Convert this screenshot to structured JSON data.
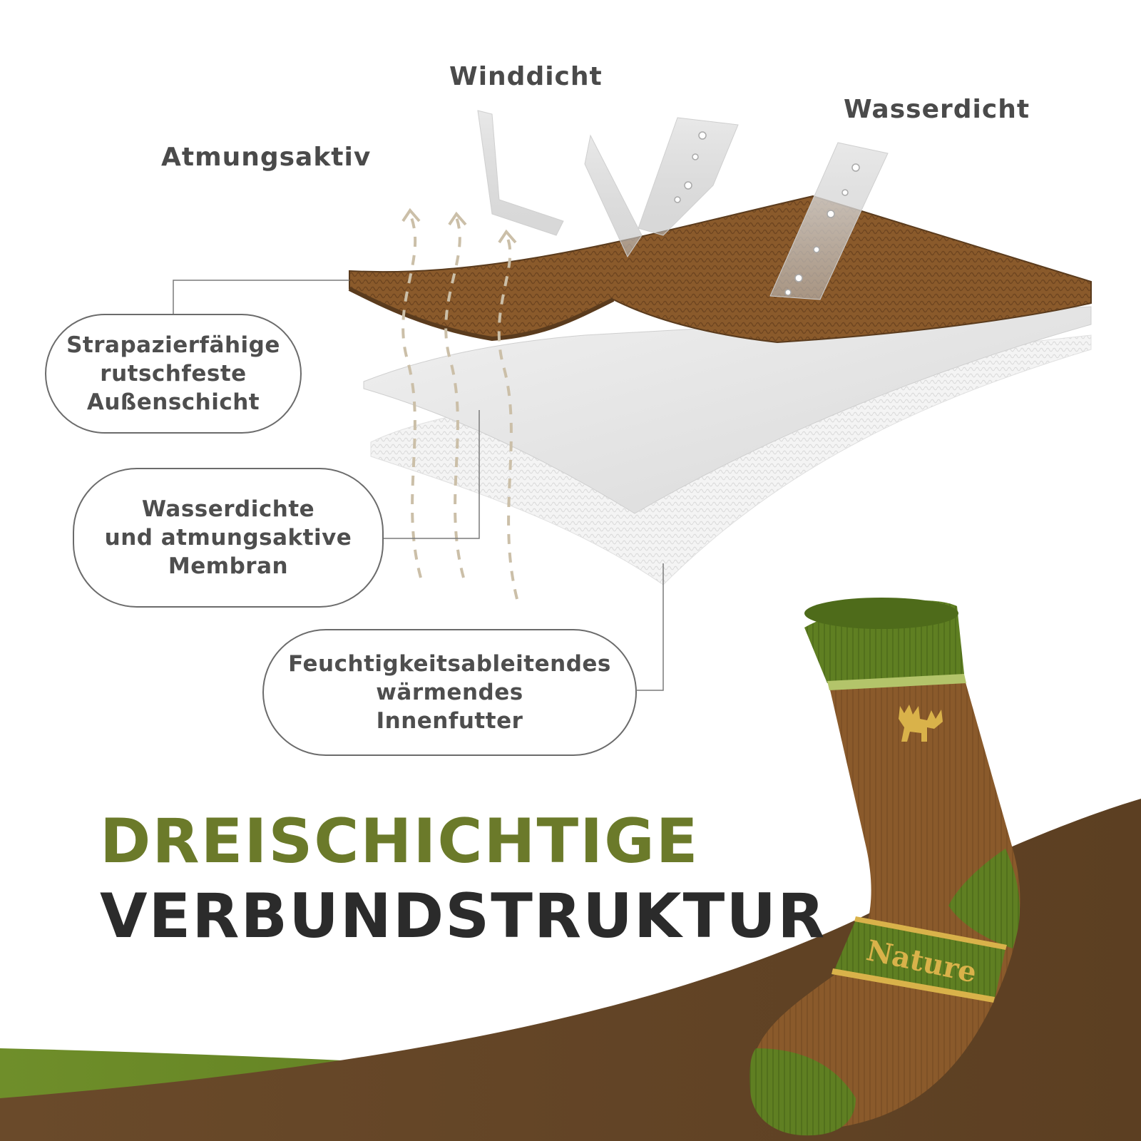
{
  "features": {
    "breathable": "Atmungsaktiv",
    "windproof": "Winddicht",
    "waterproof": "Wasserdicht"
  },
  "callouts": {
    "outer": [
      "Strapazierfähige",
      "rutschfeste",
      "Außenschicht"
    ],
    "membrane": [
      "Wasserdichte",
      "und atmungsaktive",
      "Membran"
    ],
    "inner": [
      "Feuchtigkeitsableitendes",
      "wärmendes",
      "Innenfutter"
    ]
  },
  "headline": {
    "line1": "DREISCHICHTIGE",
    "line2": "VERBUNDSTRUKTUR"
  },
  "sock_text": "Nature",
  "colors": {
    "olive": "#6b7a2a",
    "brown": "#8a5a2b",
    "dark_brown": "#5a3b1d",
    "green": "#5f7f22",
    "text_dark": "#2b2b2b",
    "text_gray": "#4e4e4e"
  },
  "icons": [
    "breathable-arrow-icon",
    "wind-arrow-icon",
    "water-drop-icon",
    "moose-logo-icon"
  ]
}
